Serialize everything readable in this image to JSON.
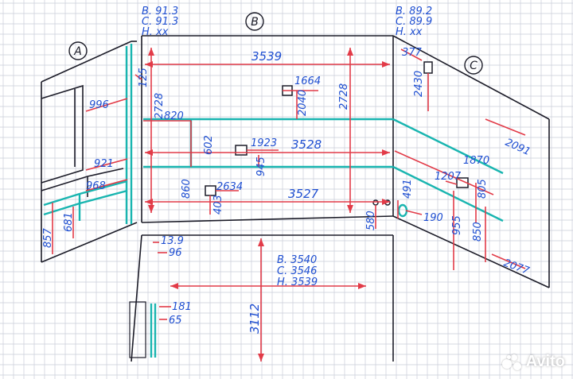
{
  "walls": {
    "a": "A",
    "b": "B",
    "c": "C"
  },
  "corner_left": {
    "v": "B. 91.3",
    "s": "C. 91.3",
    "n": "H. xx"
  },
  "corner_right": {
    "v": "B. 89.2",
    "s": "C. 89.9",
    "n": "H. xx"
  },
  "wall_b": {
    "top_width": "3539",
    "width_mid": "3528",
    "width_low": "3527",
    "height_left": "2728",
    "height_right": "2728",
    "band_left_offset": "820",
    "band_height": "602",
    "base_height": "860",
    "outlet_top_x": "1664",
    "outlet_top_y": "2040",
    "outlet_mid_x": "1923",
    "outlet_mid_y": "945",
    "outlet_low_x": "2634",
    "outlet_low_y": "403",
    "pipe_height": "580"
  },
  "wall_a": {
    "window_span": "996",
    "sill": "921",
    "radiator": "968",
    "low_a": "857",
    "low_b": "681",
    "column": "125"
  },
  "wall_c": {
    "top_small": "377",
    "outlet_y": "2430",
    "diag_top": "2091",
    "band": "1870",
    "outlet_x": "1207",
    "outlet_h": "805",
    "lower_a": "955",
    "lower_b": "850",
    "bottom_diag": "2077",
    "pipe_a": "491",
    "pipe_b": "190"
  },
  "ceiling": {
    "d1": "13.9",
    "d2": "96",
    "d3": "181",
    "d4": "65",
    "depth": "3112"
  },
  "ceiling_widths": {
    "v": "B. 3540",
    "s": "C. 3546",
    "n": "H. 3539"
  },
  "watermark": "Avito",
  "colors": {
    "pen_red": "#e23b48",
    "pen_blue": "#1f4fd1",
    "teal": "#19b5b0",
    "ink": "#1c1c28",
    "grid": "#c9ccd8"
  }
}
